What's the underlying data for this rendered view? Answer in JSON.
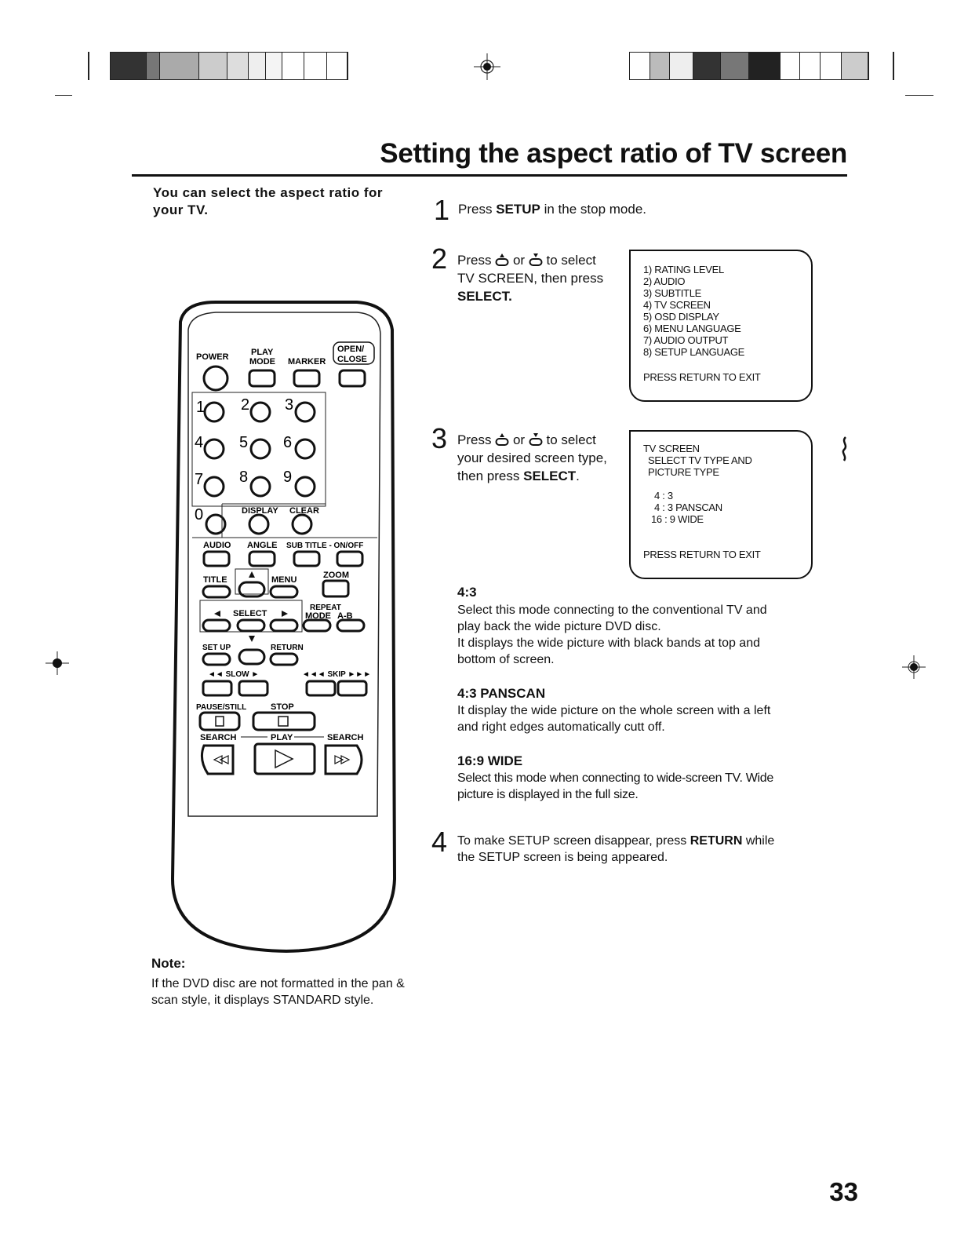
{
  "page": {
    "title": "Setting the aspect ratio of TV screen",
    "intro": "You can select the aspect ratio for your TV.",
    "page_number": "33"
  },
  "steps": {
    "s1": {
      "num": "1",
      "a": "Press ",
      "b": "SETUP",
      "c": " in the stop mode."
    },
    "s2": {
      "num": "2",
      "press": "Press",
      "or": "or",
      "to_select": "to select",
      "line2": "TV SCREEN, then press",
      "line3": "SELECT."
    },
    "s3": {
      "num": "3",
      "press": "Press",
      "or": "or",
      "to_select": "to select",
      "line2": "your desired screen type,",
      "line3a": "then press ",
      "line3b": "SELECT",
      "line3c": "."
    },
    "s4": {
      "num": "4",
      "a": "To make SETUP screen disappear, press ",
      "b": "RETURN",
      "c": " while",
      "line2": "the SETUP screen is being appeared."
    }
  },
  "setup_menu": {
    "items": [
      "1) RATING LEVEL",
      "2) AUDIO",
      "3) SUBTITLE",
      "4) TV SCREEN",
      "5) OSD DISPLAY",
      "6) MENU LANGUAGE",
      "7) AUDIO OUTPUT",
      "8) SETUP LANGUAGE"
    ],
    "exit": "PRESS RETURN TO EXIT"
  },
  "tv_menu": {
    "header": [
      "TV SCREEN",
      "SELECT TV TYPE AND",
      "PICTURE TYPE"
    ],
    "options": [
      "4 : 3",
      "4 : 3  PANSCAN",
      "16 : 9  WIDE"
    ],
    "exit": "PRESS RETURN TO EXIT"
  },
  "modes": [
    {
      "heading": "4:3",
      "body": [
        "Select this mode connecting to the conventional TV and",
        "play back the wide picture DVD disc.",
        "It displays the wide picture with black bands at top and",
        "bottom of screen."
      ]
    },
    {
      "heading": "4:3 PANSCAN",
      "body": [
        "It display the wide picture on the whole screen with a left",
        "and right edges automatically cutt off."
      ]
    },
    {
      "heading": "16:9 WIDE",
      "body": [
        "Select this mode when connecting to wide-screen TV. Wide",
        "picture is displayed in the full size."
      ]
    }
  ],
  "note": {
    "heading": "Note:",
    "body": "If the DVD disc are not formatted in the pan & scan style, it displays STANDARD style."
  },
  "remote": {
    "labels": {
      "power": "POWER",
      "play": "PLAY",
      "mode": "MODE",
      "marker": "MARKER",
      "open": "OPEN/",
      "close": "CLOSE",
      "n1": "1",
      "n2": "2",
      "n3": "3",
      "n4": "4",
      "n5": "5",
      "n6": "6",
      "n7": "7",
      "n8": "8",
      "n9": "9",
      "n0": "0",
      "display": "DISPLAY",
      "clear": "CLEAR",
      "audio": "AUDIO",
      "angle": "ANGLE",
      "subtitle": "SUB TITLE - ON/OFF",
      "title": "TITLE",
      "menu": "MENU",
      "zoom": "ZOOM",
      "select": "SELECT",
      "repeat": "REPEAT",
      "mode2": "MODE",
      "ab": "A-B",
      "setup": "SET UP",
      "return": "RETURN",
      "slow": "◄◄ SLOW ►",
      "skip": "◄◄◄ SKIP ►►►",
      "pause": "PAUSE/STILL",
      "stop": "STOP",
      "search_l": "SEARCH",
      "play2": "PLAY",
      "search_r": "SEARCH"
    }
  }
}
